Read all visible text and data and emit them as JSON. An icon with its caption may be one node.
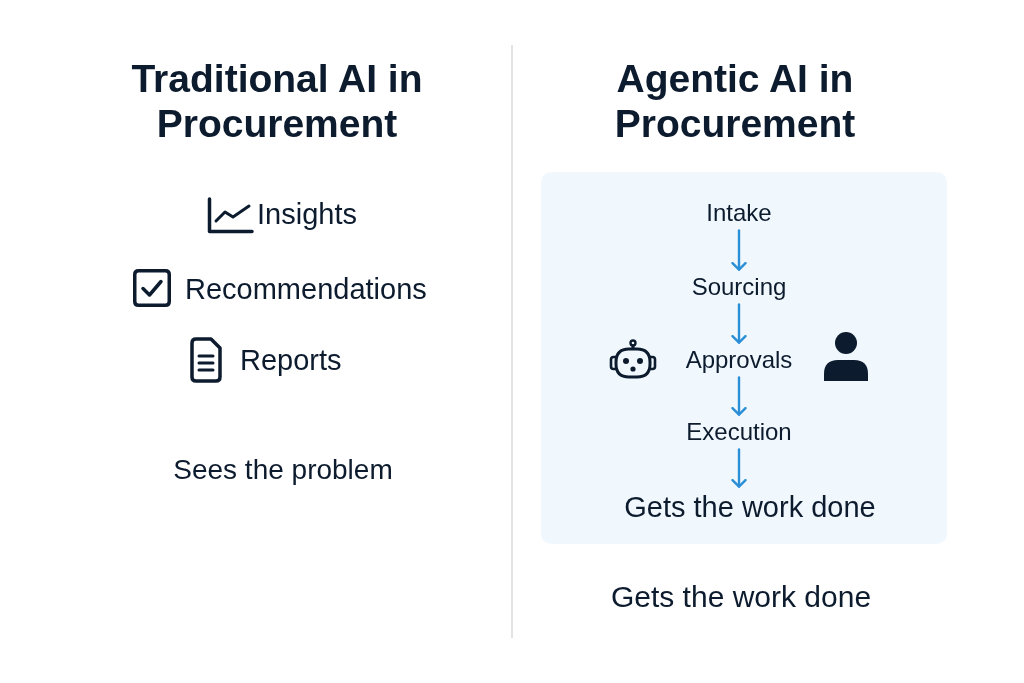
{
  "diagram": {
    "nodes": [
      {
        "text": [],
        "shape": "box"
      },
      {
        "text": [
          "Intake"
        ],
        "in": 0
      },
      {
        "text": [
          "Sourcing"
        ],
        "in": 0
      },
      {
        "text": [
          "Approvals"
        ],
        "in": 0
      },
      {
        "text": [
          "Execution"
        ],
        "in": 0
      },
      {
        "text": [
          "Gets the work done"
        ],
        "in": 0
      }
    ],
    "edges": [
      {
        "from": 1,
        "to": 2,
        "arrow": "to"
      },
      {
        "from": 2,
        "to": 3,
        "arrow": "to"
      },
      {
        "from": 3,
        "to": 4,
        "arrow": "to"
      },
      {
        "from": 4,
        "to": 5,
        "arrow": "to"
      }
    ],
    "labels": [
      "Traditional AI in Procurement",
      "Insights",
      "Recommendations",
      "Reports",
      "Sees the problem",
      "Agentic AI in Procurement",
      "Gets the work done"
    ]
  }
}
